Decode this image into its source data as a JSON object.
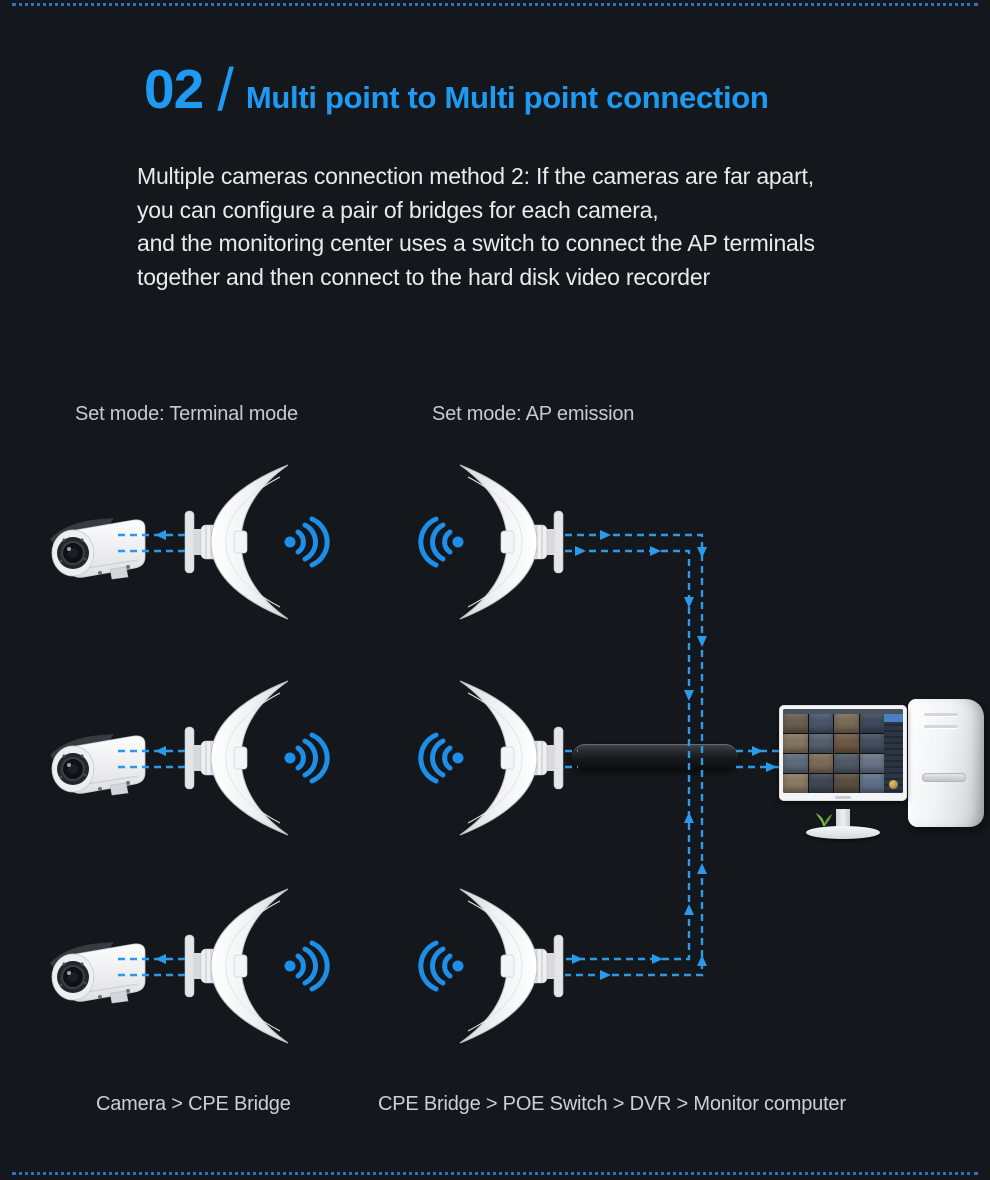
{
  "colors": {
    "background": "#14171b",
    "accent": "#1f9af2",
    "dash_line": "#2b9ae8",
    "wifi_blue": "#1d8fe9",
    "border_dots": "#2c72c4"
  },
  "header": {
    "number": "02",
    "separator": "/",
    "title": "Multi point to Multi point connection"
  },
  "description": {
    "line1": "Multiple cameras connection method 2: If the cameras are far apart,",
    "line2": "you can configure a pair of bridges for each camera,",
    "line3": "and the monitoring center uses a switch to connect the AP terminals",
    "line4": "together and then connect to the hard disk video recorder"
  },
  "modes": {
    "terminal": "Set mode: Terminal mode",
    "ap": "Set mode: AP emission"
  },
  "captions": {
    "terminal_chain": "Camera > CPE Bridge",
    "ap_chain": "CPE Bridge > POE Switch > DVR > Monitor computer"
  },
  "icons": {
    "wifi": "wifi-signal-icon",
    "arrows": "data-flow-arrows",
    "camera": "cctv-camera",
    "bridge": "cpe-bridge-dish",
    "switch": "poe-switch",
    "monitor": "monitor-computer",
    "tower": "pc-tower"
  },
  "monitor": {
    "thumb_colors": [
      "#6b5d4f",
      "#49566b",
      "#7a6a54",
      "#3d4a5c",
      "#85755f",
      "#55606e",
      "#6e5947",
      "#435061",
      "#5d6b7a",
      "#7d6b57",
      "#4f5a66",
      "#697586",
      "#8a7963",
      "#3f4856",
      "#5a4e41",
      "#61708a"
    ]
  }
}
